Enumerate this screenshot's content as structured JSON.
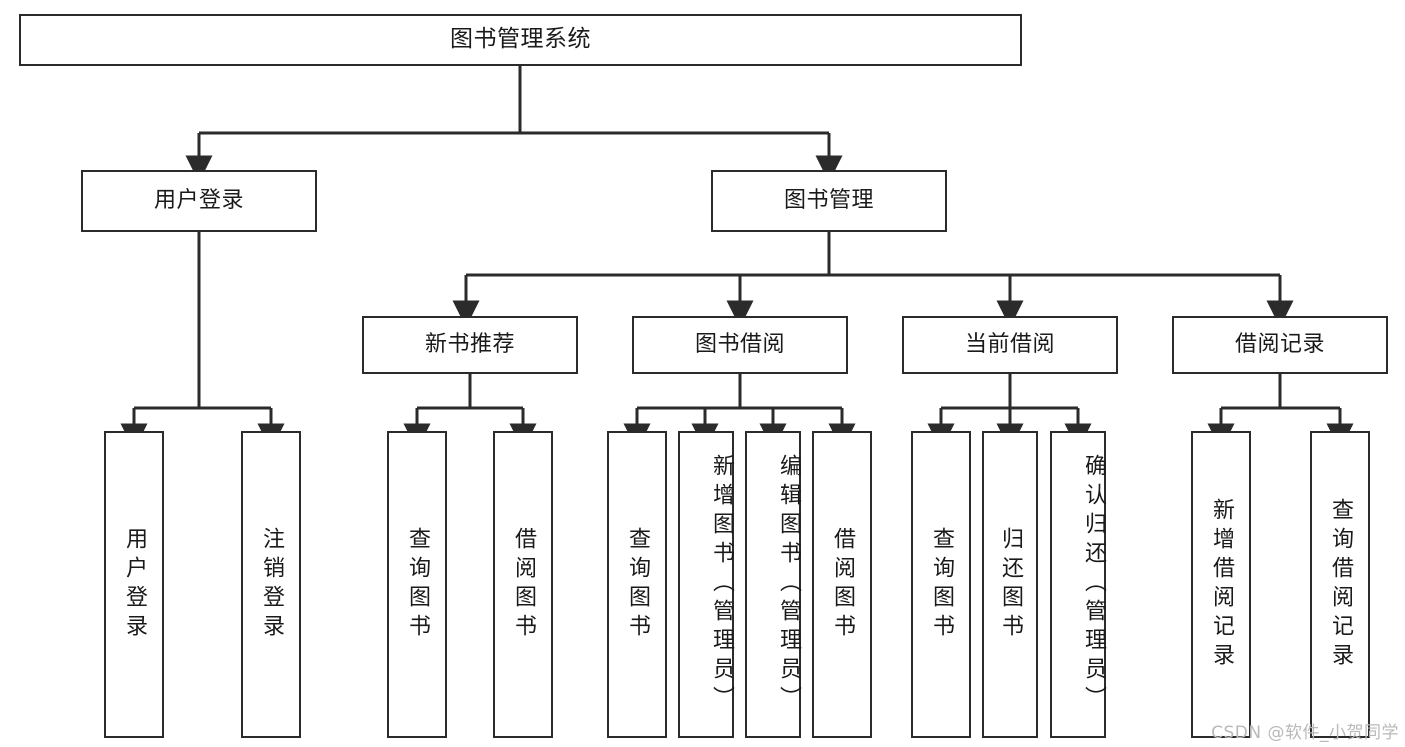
{
  "diagram": {
    "title": "图书管理系统",
    "type": "tree-hierarchy-diagram",
    "stroke_color": "#2b2b2b",
    "fill_color": "#ffffff",
    "text_color": "#1a1a1a",
    "watermark": "CSDN @软件_小贺同学",
    "levels": {
      "root": {
        "label": "图书管理系统"
      },
      "level2": [
        {
          "label": "用户登录"
        },
        {
          "label": "图书管理"
        }
      ],
      "level3": [
        {
          "label": "新书推荐"
        },
        {
          "label": "图书借阅"
        },
        {
          "label": "当前借阅"
        },
        {
          "label": "借阅记录"
        }
      ],
      "leaves": [
        {
          "label": "用户登录",
          "parent": "用户登录"
        },
        {
          "label": "注销登录",
          "parent": "用户登录"
        },
        {
          "label": "查询图书",
          "parent": "新书推荐"
        },
        {
          "label": "借阅图书",
          "parent": "新书推荐"
        },
        {
          "label": "查询图书",
          "parent": "图书借阅"
        },
        {
          "label": "新增图书（管理员）",
          "parent": "图书借阅"
        },
        {
          "label": "编辑图书（管理员）",
          "parent": "图书借阅"
        },
        {
          "label": "借阅图书",
          "parent": "图书借阅"
        },
        {
          "label": "查询图书",
          "parent": "当前借阅"
        },
        {
          "label": "归还图书",
          "parent": "当前借阅"
        },
        {
          "label": "确认归还（管理员）",
          "parent": "当前借阅"
        },
        {
          "label": "新增借阅记录",
          "parent": "借阅记录"
        },
        {
          "label": "查询借阅记录",
          "parent": "借阅记录"
        }
      ]
    }
  }
}
